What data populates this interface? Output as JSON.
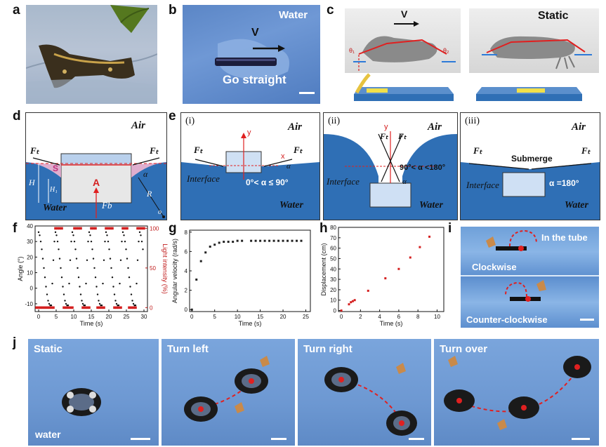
{
  "figure": {
    "panel_labels": [
      "a",
      "b",
      "c",
      "d",
      "e",
      "f",
      "g",
      "h",
      "i",
      "j"
    ],
    "b": {
      "water": "Water",
      "v": "V",
      "go_straight": "Go straight"
    },
    "c": {
      "v": "V",
      "static": "Static",
      "theta1": "θ₁",
      "theta2": "θ₂"
    },
    "d": {
      "air": "Air",
      "water": "Water",
      "ft_left": "Fₜ",
      "ft_right": "Fₜ",
      "s": "S",
      "a": "A",
      "h": "H",
      "h1": "H₁",
      "fb": "Fb",
      "alpha": "α",
      "r": "R",
      "o": "o"
    },
    "e": {
      "i": {
        "tag": "(i)",
        "air": "Air",
        "water": "Water",
        "ft1": "Fₜ",
        "ft2": "Fₜ",
        "y": "y",
        "x": "x",
        "alpha": "α",
        "interface": "Interface",
        "range": "0°< α ≤ 90°"
      },
      "ii": {
        "tag": "(ii)",
        "air": "Air",
        "water": "Water",
        "ft1": "Fₜ",
        "ft2": "Fₜ",
        "y": "y",
        "alpha": "α",
        "interface": "Interface",
        "range": "90°< α <180°"
      },
      "iii": {
        "tag": "(iii)",
        "air": "Air",
        "water": "Water",
        "ft1": "Fₜ",
        "ft2": "Fₜ",
        "submerge": "Submerge",
        "interface": "Interface",
        "range": "α =180°"
      }
    },
    "i": {
      "in_tube": "In the tube",
      "clockwise": "Clockwise",
      "counter_clockwise": "Counter-clockwise"
    },
    "j": {
      "static": "Static",
      "water": "water",
      "turn_left": "Turn left",
      "turn_right": "Turn right",
      "turn_over": "Turn over"
    }
  },
  "chart_data": [
    {
      "id": "f",
      "type": "line",
      "xlabel": "Time (s)",
      "ylabel": "Angle (°)",
      "ylabel2": "Light intensity (%)",
      "xlim": [
        -1,
        31
      ],
      "ylim": [
        -15,
        40
      ],
      "y2lim": [
        -5,
        103
      ],
      "xticks": [
        0,
        5,
        10,
        15,
        20,
        25,
        30
      ],
      "yticks": [
        -10,
        0,
        10,
        20,
        30,
        40
      ],
      "y2ticks": [
        0,
        50,
        100
      ],
      "series": [
        {
          "axis": "left",
          "color": "#111111",
          "x": [
            0.0,
            0.3,
            0.6,
            0.9,
            1.2,
            1.5,
            1.8,
            2.1,
            2.4,
            2.7,
            3.0,
            3.3,
            3.6,
            3.9,
            4.2,
            4.5,
            4.8,
            5.1,
            5.4,
            5.7,
            6.0,
            6.3,
            6.6,
            6.9,
            7.2,
            7.5,
            7.8,
            8.1,
            8.4,
            8.7,
            9.0,
            9.3,
            9.6,
            9.9,
            10.2,
            10.5,
            10.8,
            11.1,
            11.4,
            11.7,
            12.0,
            12.3,
            12.6,
            12.9,
            13.2,
            13.5,
            13.8,
            14.1,
            14.4,
            14.7,
            15.0,
            15.3,
            15.6,
            15.9,
            16.2,
            16.5,
            16.8,
            17.1,
            17.4,
            17.7,
            18.0,
            18.3,
            18.6,
            18.9,
            19.2,
            19.5,
            19.8,
            20.1,
            20.4,
            20.7,
            21.0,
            21.3,
            21.6,
            21.9,
            22.2,
            22.5,
            22.8,
            23.1,
            23.4,
            23.7,
            24.0,
            24.3,
            24.6,
            24.9,
            25.2,
            25.5,
            25.8,
            26.1,
            26.4,
            26.7,
            27.0,
            27.3,
            27.6,
            27.9,
            28.2,
            28.5,
            28.8,
            29.1,
            29.4,
            29.7
          ],
          "y": [
            36,
            34,
            30,
            25,
            19,
            13,
            7,
            1,
            -4,
            -8,
            -10,
            -11,
            -11,
            3,
            18,
            30,
            36,
            34,
            30,
            25,
            19,
            13,
            7,
            1,
            -4,
            -8,
            -10,
            -11,
            -11,
            3,
            18,
            30,
            36,
            34,
            30,
            25,
            19,
            13,
            7,
            1,
            -4,
            -8,
            -10,
            -11,
            -11,
            3,
            18,
            30,
            36,
            34,
            30,
            25,
            19,
            13,
            7,
            1,
            -4,
            -8,
            -10,
            -11,
            -11,
            3,
            18,
            30,
            36,
            34,
            30,
            25,
            19,
            13,
            7,
            1,
            -4,
            -8,
            -10,
            -11,
            -11,
            3,
            18,
            30,
            36,
            34,
            30,
            25,
            19,
            13,
            7,
            1,
            -4,
            -8,
            -10,
            -11,
            -11,
            3,
            18,
            30,
            36,
            34,
            30,
            25
          ]
        },
        {
          "axis": "right",
          "color": "#d42020",
          "x": [
            -0.6,
            0.0,
            0.6,
            1.2,
            1.8,
            2.4,
            3.0,
            3.6,
            4.2,
            4.8,
            5.4,
            6.0,
            6.6,
            7.2,
            7.8,
            8.4,
            9.0,
            9.6,
            10.2,
            10.8,
            11.4,
            12.0,
            12.6,
            13.2,
            13.8,
            14.4,
            15.0,
            15.6,
            16.2,
            16.8,
            17.4,
            18.0,
            18.6,
            19.2,
            19.8,
            20.4,
            21.0,
            21.6,
            22.2,
            22.8,
            23.4,
            24.0,
            24.6,
            25.2,
            25.8,
            26.4,
            27.0,
            27.6,
            28.2,
            28.8,
            29.4,
            30.0
          ],
          "y": [
            0,
            0,
            0,
            0,
            0,
            0,
            0,
            0,
            0,
            100,
            100,
            100,
            100,
            0,
            0,
            0,
            0,
            0,
            100,
            100,
            100,
            100,
            0,
            0,
            0,
            0,
            100,
            100,
            100,
            0,
            0,
            0,
            0,
            100,
            100,
            100,
            100,
            0,
            0,
            0,
            0,
            100,
            100,
            100,
            0,
            0,
            0,
            0,
            100,
            100,
            100,
            100
          ]
        }
      ]
    },
    {
      "id": "g",
      "type": "scatter",
      "xlabel": "Time (s)",
      "ylabel": "Angular velocity (rad/s)",
      "xlim": [
        -0.5,
        26
      ],
      "ylim": [
        -0.2,
        8.2
      ],
      "xticks": [
        0,
        5,
        10,
        15,
        20,
        25
      ],
      "yticks": [
        0,
        2,
        4,
        6,
        8
      ],
      "series": [
        {
          "color": "#222222",
          "x": [
            0,
            1,
            2,
            3,
            4,
            5,
            6,
            7,
            8,
            9,
            10,
            11,
            13,
            14,
            15,
            16,
            17,
            18,
            19,
            20,
            21,
            22,
            23,
            24
          ],
          "y": [
            0,
            3.1,
            5.0,
            5.9,
            6.5,
            6.7,
            6.9,
            7.0,
            7.0,
            7.0,
            7.1,
            7.1,
            7.1,
            7.1,
            7.1,
            7.1,
            7.1,
            7.1,
            7.1,
            7.1,
            7.1,
            7.1,
            7.1,
            7.1
          ]
        }
      ]
    },
    {
      "id": "h",
      "type": "scatter",
      "xlabel": "Time (s)",
      "ylabel": "Displacement (cm)",
      "xlim": [
        -0.3,
        10.7
      ],
      "ylim": [
        -1,
        80
      ],
      "xticks": [
        0,
        2,
        4,
        6,
        8,
        10
      ],
      "yticks": [
        0,
        10,
        20,
        30,
        40,
        50,
        60,
        70,
        80
      ],
      "series": [
        {
          "color": "#d42020",
          "x": [
            0,
            0.8,
            1.0,
            1.2,
            1.4,
            2.8,
            4.6,
            6.0,
            7.2,
            8.2,
            9.2
          ],
          "y": [
            0,
            6,
            8,
            9,
            10,
            19,
            31,
            40,
            51,
            61,
            71
          ]
        }
      ]
    }
  ]
}
